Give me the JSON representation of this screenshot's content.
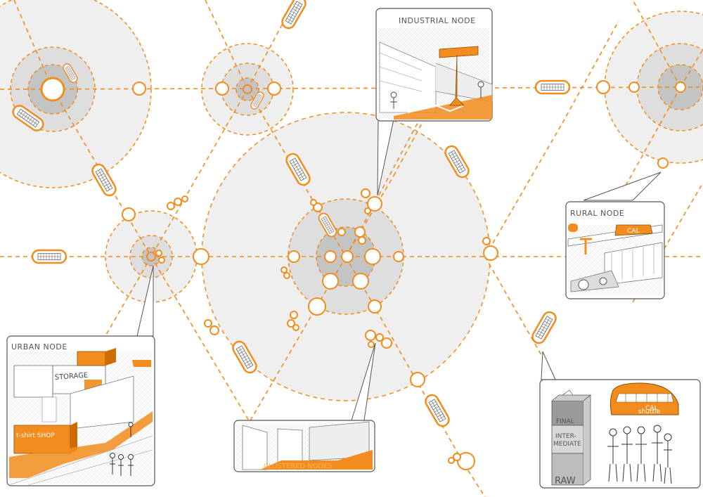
{
  "labels": {
    "industrial_node": "INDUSTRIAL NODE",
    "rural_node": "RURAL NODE",
    "urban_node": "URBAN NODE",
    "clustered_nodes": "CLUSTERED NODES",
    "storage": "STORAGE",
    "tshirt_shop": "t-shirt SHOP",
    "cal": "CAL",
    "shuttle": "shuttle",
    "final": "FINAL",
    "intermediate_1": "INTER-",
    "intermediate_2": "MEDIATE",
    "raw": "RAW"
  },
  "colors": {
    "accent": "#f28c1c",
    "zone_light": "#efefef",
    "zone_mid": "#dedede",
    "zone_dark": "#c4c4c4",
    "line": "#f28c1c"
  },
  "icons": [
    "shuttle-icon",
    "node-circle-icon"
  ]
}
